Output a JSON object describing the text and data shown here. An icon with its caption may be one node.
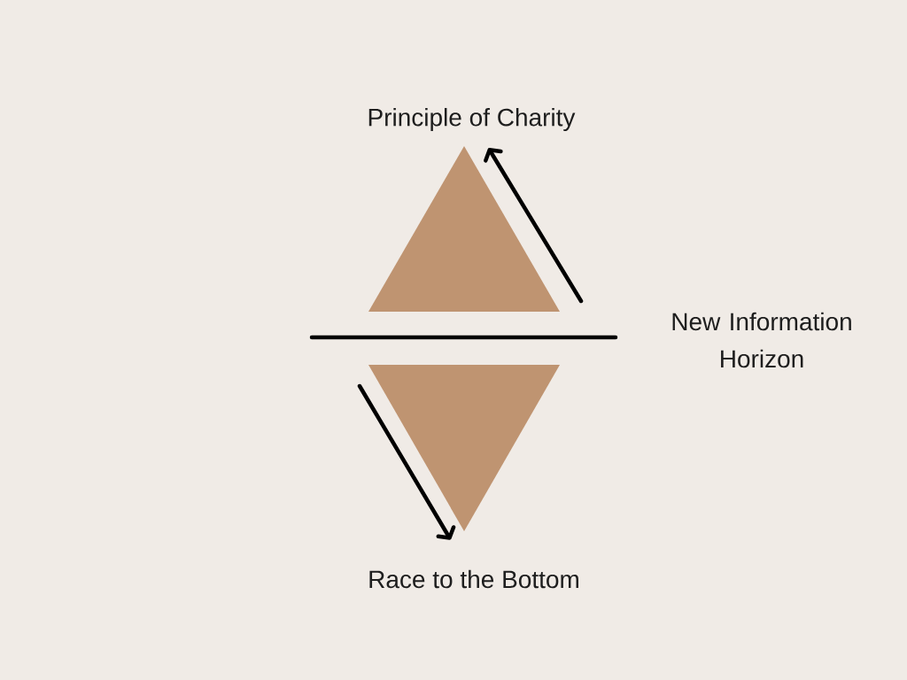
{
  "diagram": {
    "nodes": [
      {
        "text": [
          "Principle of Charity"
        ]
      },
      {
        "text": [],
        "shape": "triangle"
      },
      {
        "text": [],
        "shape": "triangle"
      },
      {
        "text": [
          "Race to the Bottom"
        ]
      }
    ],
    "edges": [
      {
        "from": null,
        "to": 0,
        "arrow": "to"
      },
      {
        "from": null,
        "to": 3,
        "arrow": "to"
      }
    ],
    "labels": [
      "New Information Horizon"
    ]
  }
}
